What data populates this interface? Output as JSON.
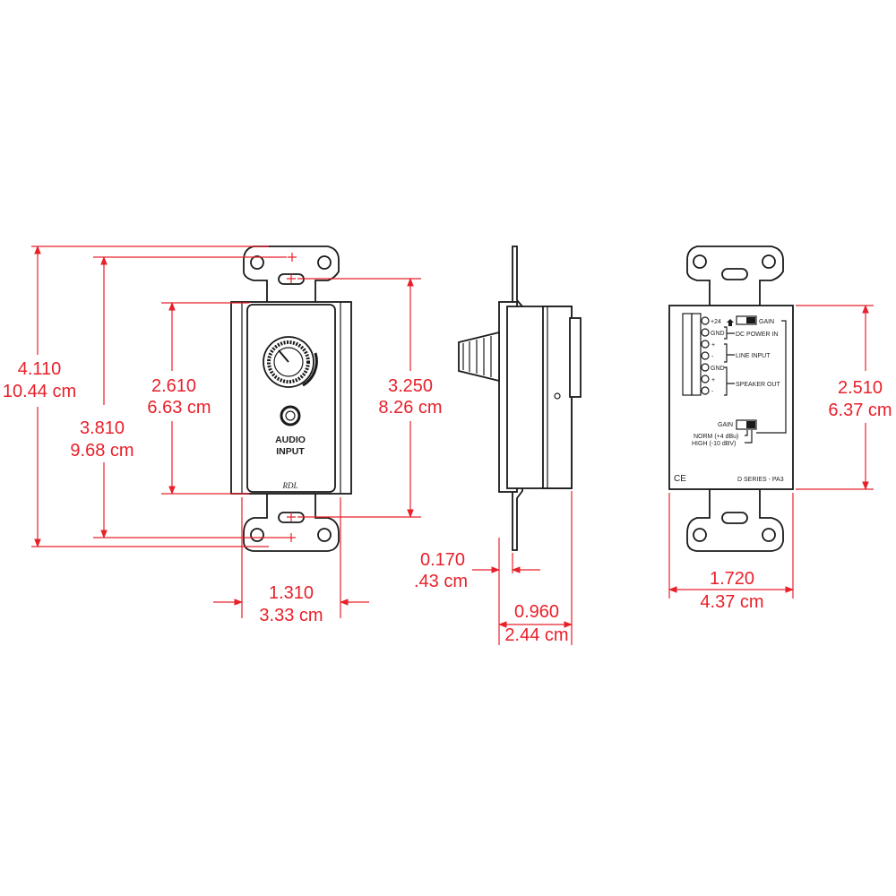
{
  "front_view": {
    "height_overall_in": "4.110",
    "height_overall_cm": "10.44 cm",
    "height_mount_in": "3.810",
    "height_mount_cm": "9.68 cm",
    "height_body_in": "2.610",
    "height_body_cm": "6.63 cm",
    "height_plate_in": "3.250",
    "height_plate_cm": "8.26 cm",
    "width_in": "1.310",
    "width_cm": "3.33 cm",
    "jack_label_line1": "AUDIO",
    "jack_label_line2": "INPUT",
    "brand": "RDL"
  },
  "side_view": {
    "flange_in": "0.170",
    "flange_cm": ".43 cm",
    "depth_in": "0.960",
    "depth_cm": "2.44 cm"
  },
  "rear_view": {
    "height_in": "2.510",
    "height_cm": "6.37 cm",
    "width_in": "1.720",
    "width_cm": "4.37 cm",
    "terminals": [
      "+24",
      "GND",
      "+",
      "-",
      "GND",
      "+",
      "-"
    ],
    "label_gain_top": "GAIN",
    "label_dc_power": "DC POWER IN",
    "label_line_input": "LINE INPUT",
    "label_speaker_out": "SPEAKER OUT",
    "label_gain_bottom": "GAIN",
    "label_norm": "NORM (+4 dBu)",
    "label_high": "HIGH (-10 dBV)",
    "label_ce": "CE",
    "label_model": "D SERIES - PA3"
  },
  "colors": {
    "dimension": "#e8202a",
    "outline": "#1a1a1a"
  }
}
